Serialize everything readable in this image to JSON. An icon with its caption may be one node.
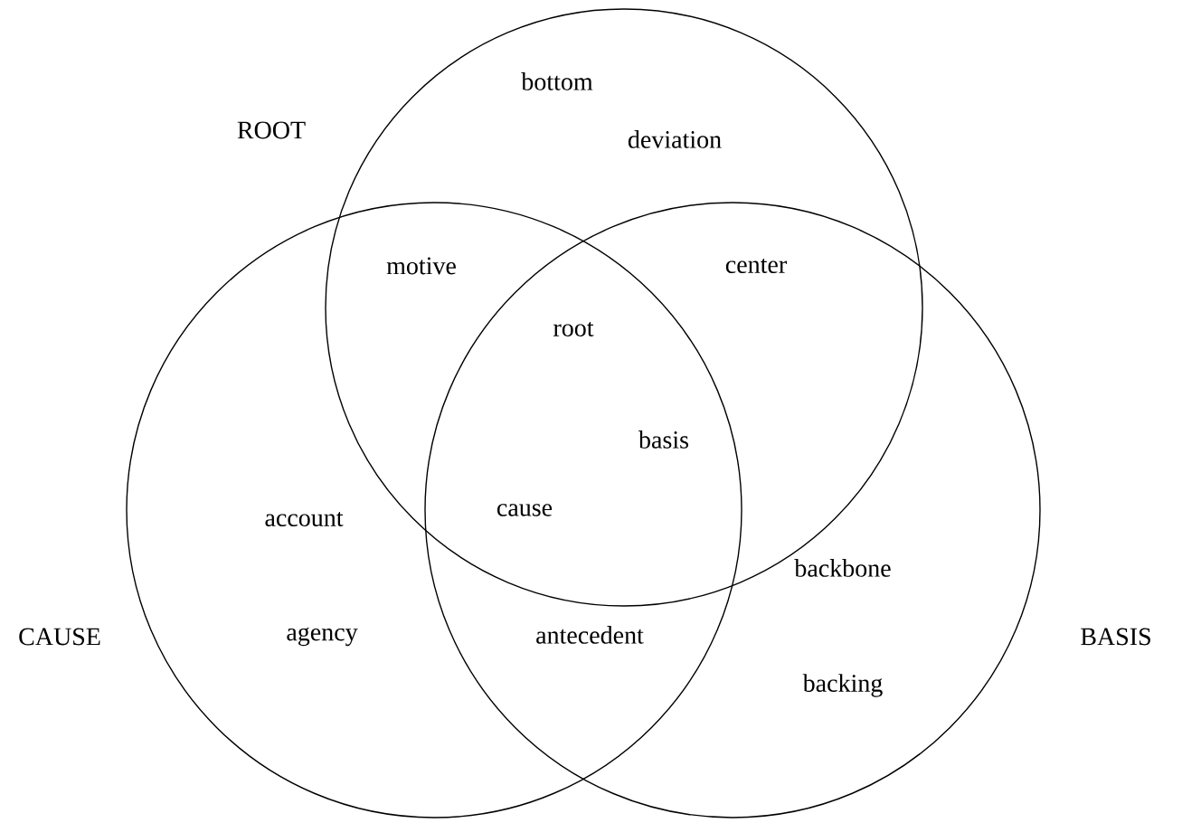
{
  "diagram": {
    "nodes": [
      {
        "text": [
          "ROOT"
        ]
      },
      {
        "text": [
          "CAUSE"
        ]
      },
      {
        "text": [
          "BASIS"
        ]
      }
    ],
    "labels": [
      "bottom",
      "deviation",
      "motive",
      "center",
      "root",
      "basis",
      "account",
      "cause",
      "backbone",
      "agency",
      "antecedent",
      "backing"
    ]
  }
}
